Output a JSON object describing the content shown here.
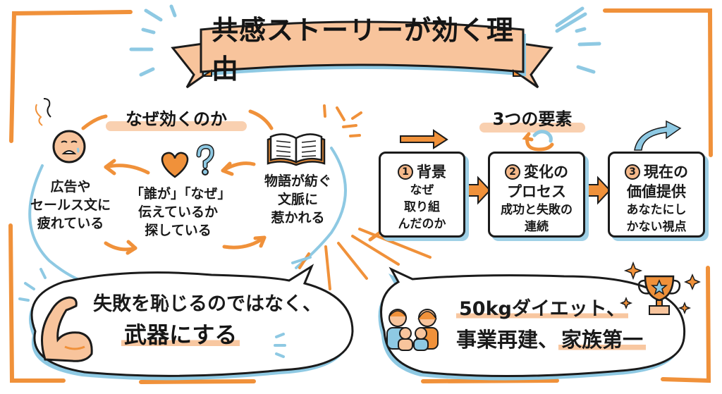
{
  "title": "共感ストーリーが効く理由",
  "colors": {
    "accent_orange": "#f0913a",
    "banner_fill": "#f8c49c",
    "accent_blue": "#8ec9e3",
    "ink": "#1a1a1a",
    "background": "#ffffff"
  },
  "why_section": {
    "heading": "なぜ効くのか",
    "nodes": [
      {
        "icon": "sad-face-icon",
        "lines": [
          "広告や",
          "セールス文に",
          "疲れている"
        ]
      },
      {
        "icon": "heart-question-icon",
        "lines": [
          "「誰が」「なぜ」",
          "伝えているか",
          "探している"
        ]
      },
      {
        "icon": "open-book-icon",
        "lines": [
          "物語が紡ぐ",
          "文脈に",
          "惹かれる"
        ]
      }
    ]
  },
  "elements_section": {
    "heading": "3つの要素",
    "steps": [
      {
        "num": "1",
        "title": "背景",
        "sub": [
          "なぜ",
          "取り組",
          "んだのか"
        ]
      },
      {
        "num": "2",
        "title": "変化の",
        "title2": "プロセス",
        "sub": [
          "成功と失敗の",
          "連続"
        ]
      },
      {
        "num": "3",
        "title": "現在の",
        "title2": "価値提供",
        "sub": [
          "あなたにし",
          "かない視点"
        ]
      }
    ]
  },
  "bubbles": {
    "left": {
      "line1": "失敗を恥じるのではなく、",
      "line2": "武器にする",
      "icon": "flexed-arm-icon"
    },
    "right": {
      "line1": "50kgダイエット、",
      "line2a": "事業再建、",
      "line2b": "家族第一",
      "icons": [
        "family-icon",
        "trophy-icon"
      ]
    }
  }
}
